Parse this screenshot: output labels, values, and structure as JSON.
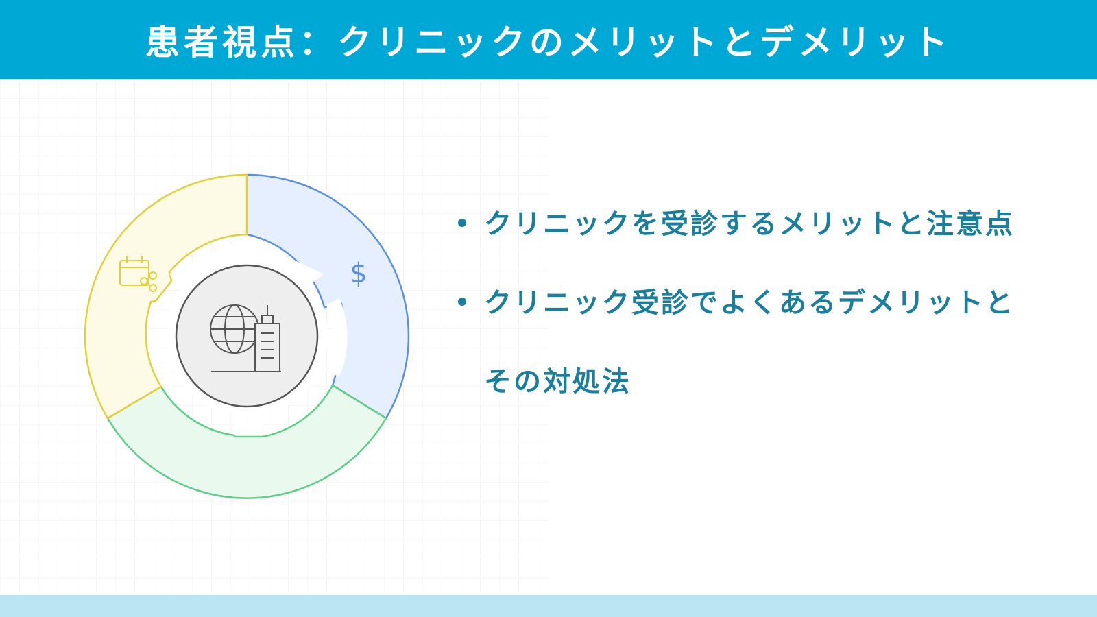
{
  "header": {
    "title": "患者視点：クリニックのメリットとデメリット",
    "background_color": "#00a8d6"
  },
  "diagram": {
    "segments": [
      {
        "color": "#5b8fe0",
        "fill": "#e6efff",
        "icon": "dollar-icon",
        "icon_label": "$"
      },
      {
        "color": "#5ccf86",
        "fill": "#e9f9ee",
        "icon": "none"
      },
      {
        "color": "#e2cf3c",
        "fill": "#fdfbe6",
        "icon": "calendar-share-icon"
      }
    ],
    "center_icon": "globe-building-icon"
  },
  "bullets": [
    {
      "text": "クリニックを受診するメリットと注意点"
    },
    {
      "text": "クリニック受診でよくあるデメリットとその対処法"
    }
  ],
  "colors": {
    "accent": "#00a8d6",
    "text": "#1a7f9c",
    "footer": "#b9e6f0"
  }
}
